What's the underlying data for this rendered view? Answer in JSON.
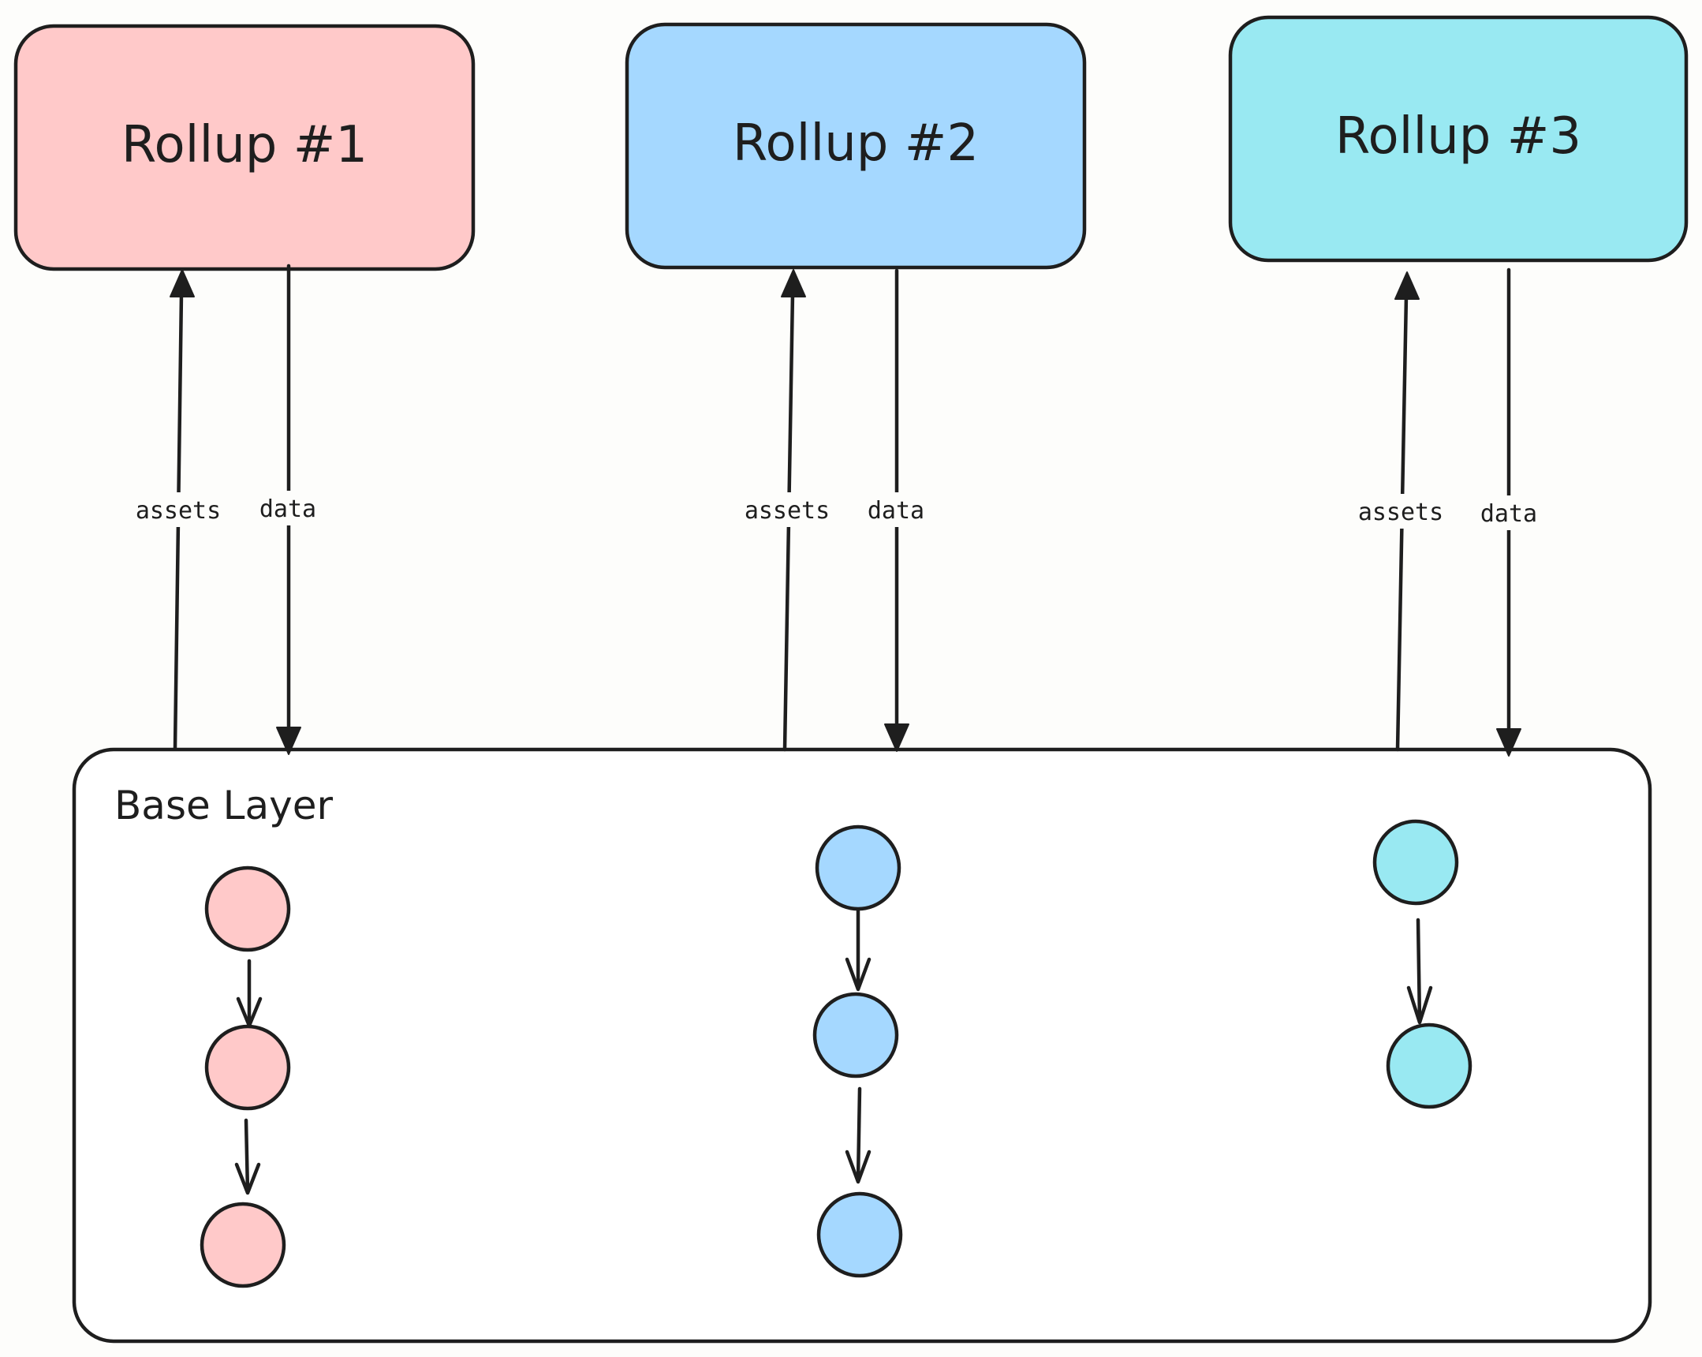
{
  "rollups": [
    {
      "label": "Rollup #1",
      "color": "#ffc9c9",
      "up_label": "assets",
      "down_label": "data",
      "blocks": 3
    },
    {
      "label": "Rollup #2",
      "color": "#a5d8ff",
      "up_label": "assets",
      "down_label": "data",
      "blocks": 3
    },
    {
      "label": "Rollup #3",
      "color": "#99e9f2",
      "up_label": "assets",
      "down_label": "data",
      "blocks": 2
    }
  ],
  "base_layer": {
    "label": "Base Layer"
  }
}
